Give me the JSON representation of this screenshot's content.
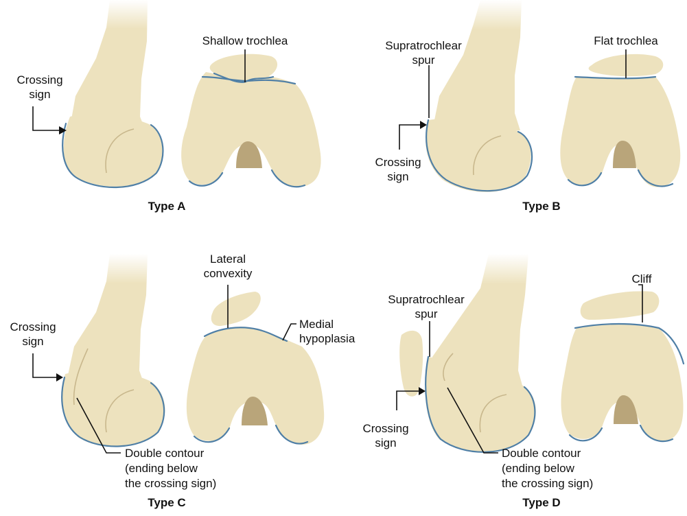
{
  "panels": {
    "a": {
      "title": "Type A",
      "shallow_trochlea": "Shallow trochlea",
      "crossing_sign": [
        "Crossing",
        "sign"
      ]
    },
    "b": {
      "title": "Type B",
      "flat_trochlea": "Flat trochlea",
      "supratrochlear_spur": [
        "Supratrochlear",
        "spur"
      ],
      "crossing_sign": [
        "Crossing",
        "sign"
      ]
    },
    "c": {
      "title": "Type C",
      "lateral_convexity": [
        "Lateral",
        "convexity"
      ],
      "medial_hypoplasia": [
        "Medial",
        "hypoplasia"
      ],
      "crossing_sign": [
        "Crossing",
        "sign"
      ],
      "double_contour": [
        "Double contour",
        "(ending below",
        "the crossing sign)"
      ]
    },
    "d": {
      "title": "Type D",
      "cliff": "Cliff",
      "supratrochlear_spur": [
        "Supratrochlear",
        "spur"
      ],
      "crossing_sign": [
        "Crossing",
        "sign"
      ],
      "double_contour": [
        "Double contour",
        "(ending below",
        "the crossing sign)"
      ]
    }
  },
  "colors": {
    "bone": "#ede2be",
    "cartilage_line": "#4f7fa6",
    "notch_shadow": "#b9a57a",
    "label_text": "#111111"
  }
}
